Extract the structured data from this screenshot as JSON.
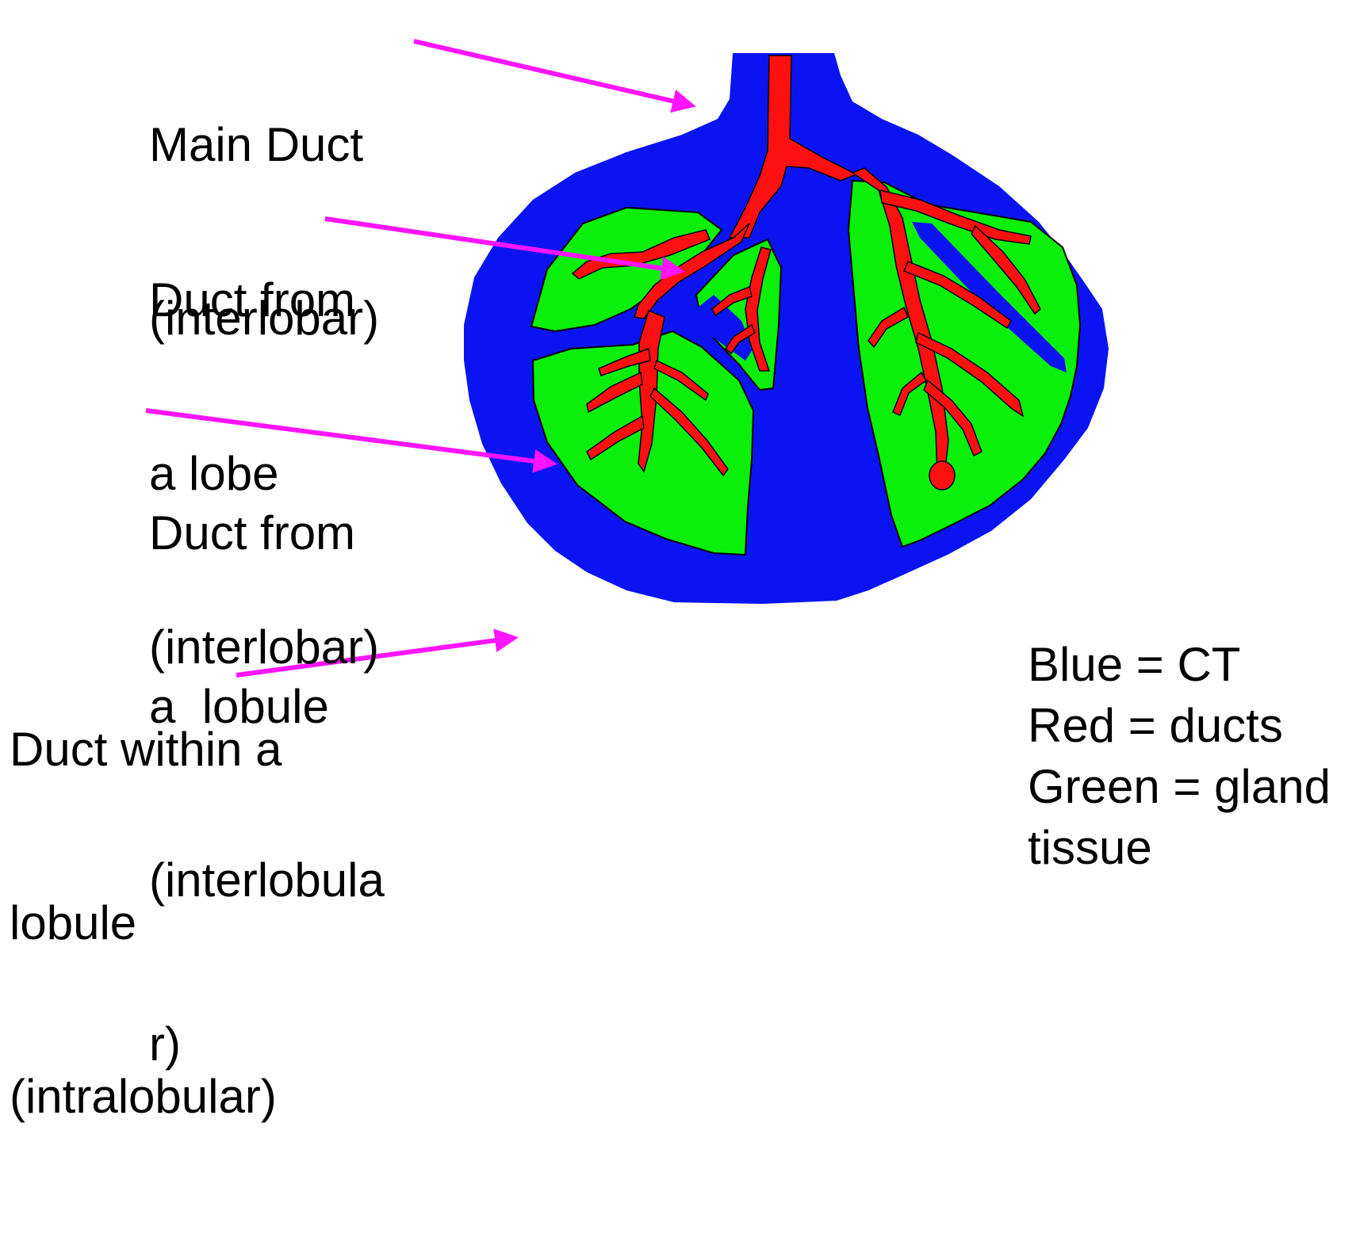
{
  "labels": {
    "main_duct": [
      "Main Duct",
      "(interlobar)"
    ],
    "lobe_duct": [
      "Duct from",
      "a lobe",
      "(interlobar)"
    ],
    "lobule_duct": [
      "Duct from",
      "a  lobule",
      "(interlobula",
      "r)"
    ],
    "within_lobule": [
      "Duct within a",
      "lobule",
      "(intralobular)"
    ]
  },
  "legend": [
    "Blue = CT",
    "Red = ducts",
    "Green = gland",
    "tissue"
  ],
  "colors": {
    "connective_tissue": "#0a14f0",
    "ducts": "#ff1010",
    "gland_tissue": "#0af00a",
    "arrow": "#ff14ff",
    "outline": "#000000"
  }
}
